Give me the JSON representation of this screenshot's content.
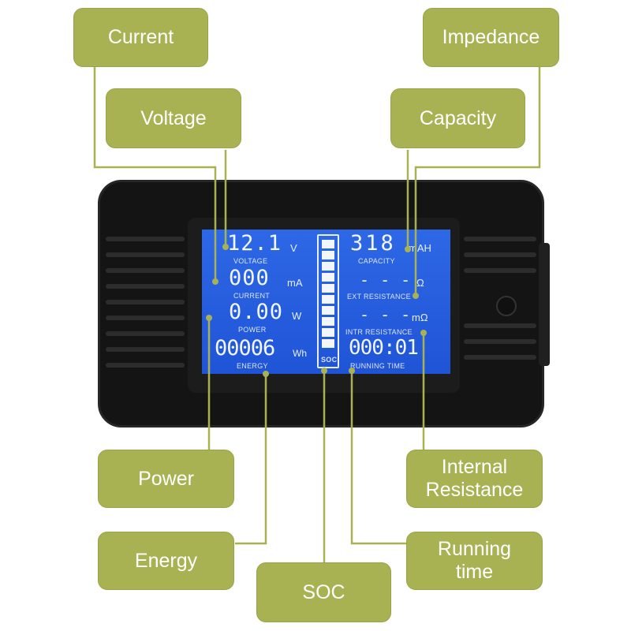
{
  "callouts": {
    "current": "Current",
    "impedance": "Impedance",
    "voltage": "Voltage",
    "capacity": "Capacity",
    "power": "Power",
    "internal_resistance": "Internal\nResistance",
    "energy": "Energy",
    "running_time": "Running\ntime",
    "soc": "SOC"
  },
  "lcd": {
    "voltage_value": "12.1",
    "voltage_unit": "V",
    "voltage_label": "VOLTAGE",
    "current_value": "000",
    "current_unit": "mA",
    "current_label": "CURRENT",
    "power_value": "0.00",
    "power_unit": "W",
    "power_label": "POWER",
    "energy_value": "00006",
    "energy_unit": "Wh",
    "energy_label": "ENERGY",
    "capacity_value": "318",
    "capacity_unit": "mAH",
    "capacity_label": "CAPACITY",
    "ext_resistance_value": "- - -",
    "ext_resistance_unit": "Ω",
    "ext_resistance_label": "EXT RESISTANCE",
    "intr_resistance_value": "- - -",
    "intr_resistance_unit": "mΩ",
    "intr_resistance_label": "INTR RESISTANCE",
    "running_time_value": "000:01",
    "running_time_label": "RUNNING TIME",
    "soc_label": "SOC",
    "soc_segments_lit": 10,
    "soc_segments_total": 10
  },
  "colors": {
    "callout_bg": "#a9b253",
    "callout_text": "#ffffff",
    "leader_line": "#a9b253",
    "lcd_bg": "#2e68e6",
    "device_body": "#141414"
  }
}
